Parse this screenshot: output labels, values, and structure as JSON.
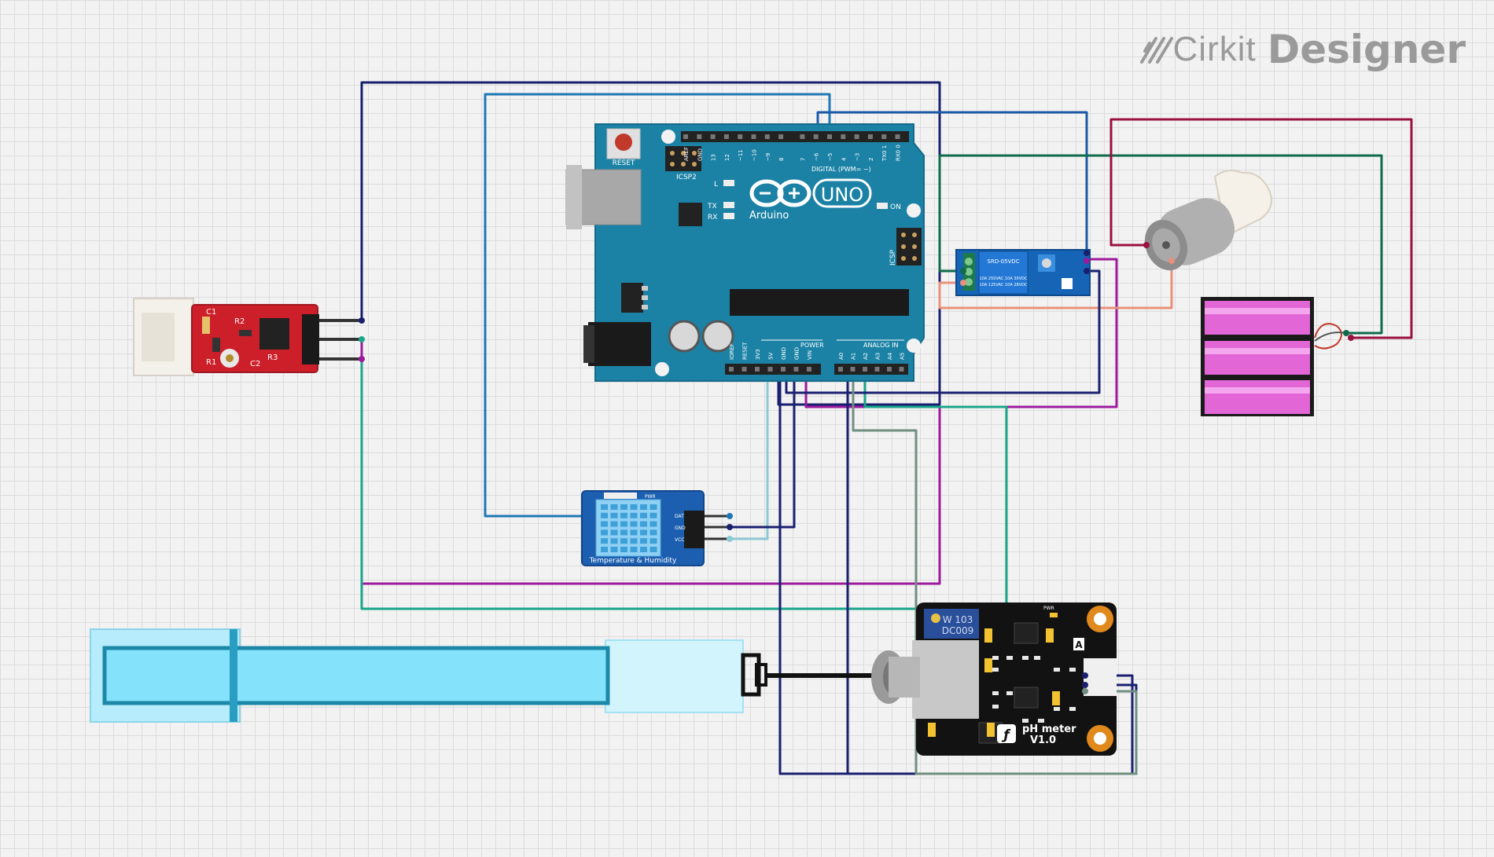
{
  "app": {
    "logo_text_1": "Cirkit",
    "logo_text_2": "Designer"
  },
  "arduino": {
    "brand": "Arduino",
    "model": "UNO",
    "reset_label": "RESET",
    "icsp2_label": "ICSP2",
    "icsp_label": "ICSP",
    "on_label": "ON",
    "l_label": "L",
    "tx_label": "TX",
    "rx_label": "RX",
    "digital_label": "DIGITAL (PWM= ~)",
    "power_label": "POWER",
    "analog_label": "ANALOG IN",
    "digital_pins": [
      "AREF",
      "GND",
      "13",
      "12",
      "~11",
      "~10",
      "~9",
      "8",
      "7",
      "~6",
      "~5",
      "4",
      "~3",
      "2",
      "TX0 1",
      "RX0 0"
    ],
    "power_pins": [
      "IOREF",
      "RESET",
      "3V3",
      "5V",
      "GND",
      "GND",
      "VIN"
    ],
    "analog_pins": [
      "A0",
      "A1",
      "A2",
      "A3",
      "A4",
      "A5"
    ]
  },
  "dht": {
    "label": "Temperature & Humidity",
    "pins": [
      "DAT",
      "GND",
      "VCC"
    ],
    "top_label": "PWR"
  },
  "ph": {
    "label_1": "pH meter",
    "label_2": "V1.0",
    "pot_1": "W 103",
    "pot_2": "DC009",
    "connector_mark": "A",
    "pwr_mark": "PWR"
  },
  "relay": {
    "label": "SRD-05VDC",
    "rating_1": "10A 250VAC 10A 30VDC",
    "rating_2": "10A 125VAC 10A 28VDC"
  },
  "sensor_red": {
    "labels": [
      "R2",
      "C2",
      "R1",
      "R3",
      "C1"
    ]
  },
  "colors": {
    "wire_navy": "#1a2070",
    "wire_blue": "#1f78b4",
    "wire_teal": "#1aa58a",
    "wire_purple": "#9c1a9c",
    "wire_green": "#0f6b4a",
    "wire_maroon": "#9a1040",
    "wire_salmon": "#e8907a",
    "wire_lightblue": "#8ec9d6",
    "wire_gray": "#6f8f80",
    "board_teal": "#1b82a5",
    "probe_blue": "#84e2fb"
  }
}
